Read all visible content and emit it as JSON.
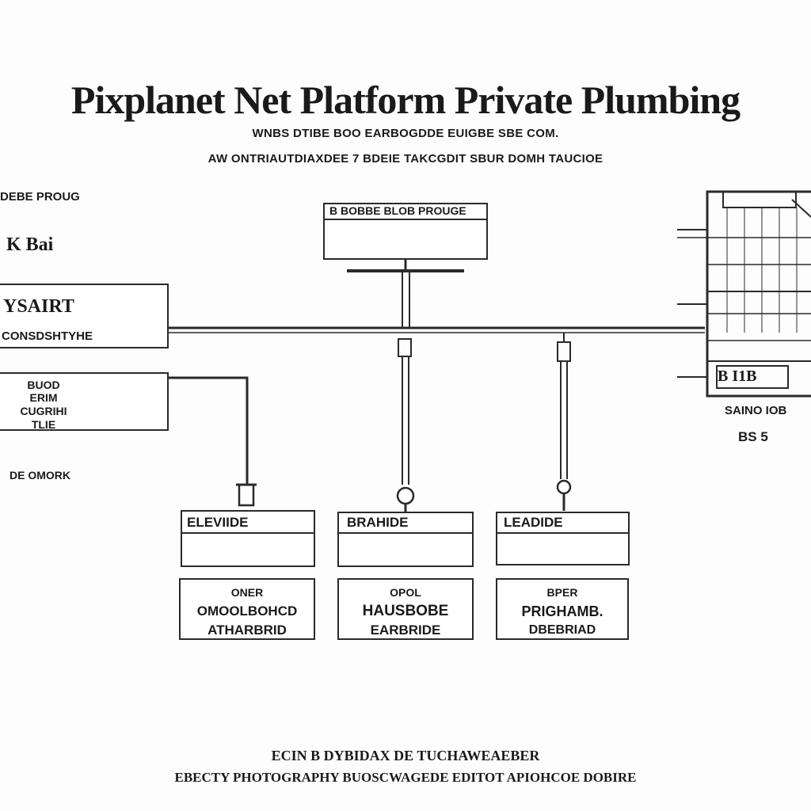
{
  "title": "Pixplanet Net Platform Private Plumbing",
  "subtitles": [
    "WNBS DTIBE BOO  EARBOGDDE  EUIGBE SBE  COM.",
    "AW ONTRIAUTDIAXDEE 7 BDEIE  TAKCGDIT SBUR DOMH TAUCIOE"
  ],
  "left_panel": {
    "header": "DEBE PROUG",
    "value": "K Bai",
    "box1": {
      "title": "YSAIRT",
      "caption": "CONSDSHTYHE"
    },
    "box2": {
      "lines": [
        "BUOD",
        "ERIM",
        "CUGRIHI",
        "TLIE"
      ]
    },
    "note": "DE OMORK"
  },
  "top_box": {
    "label": "B BOBBE BLOB PROUGE"
  },
  "equipment": {
    "label": "B I1B",
    "captions": [
      "SAINO IOB",
      "BS 5"
    ]
  },
  "modules": [
    {
      "header": "ELEVIIDE",
      "lines": [
        "ONER",
        "OMOOLBOHCD",
        "ATHARBRID"
      ]
    },
    {
      "header": "BRAHIDE",
      "lines": [
        "OPOL",
        "HAUSBOBE",
        "EARBRIDE"
      ]
    },
    {
      "header": "LEADIDE",
      "lines": [
        "BPER",
        "PRIGHAMB.",
        "DBEBRIAD"
      ]
    }
  ],
  "footer": [
    "ECIN B DYBIDAX DE TUCHAWEAEBER",
    "EBECTY PHOTOGRAPHY BUOSCWAGEDE EDITOT APIOHCOE DOBIRE"
  ],
  "colors": {
    "line": "#2a2a2a",
    "background": "#fdfdfd",
    "text": "#1a1a1a"
  }
}
